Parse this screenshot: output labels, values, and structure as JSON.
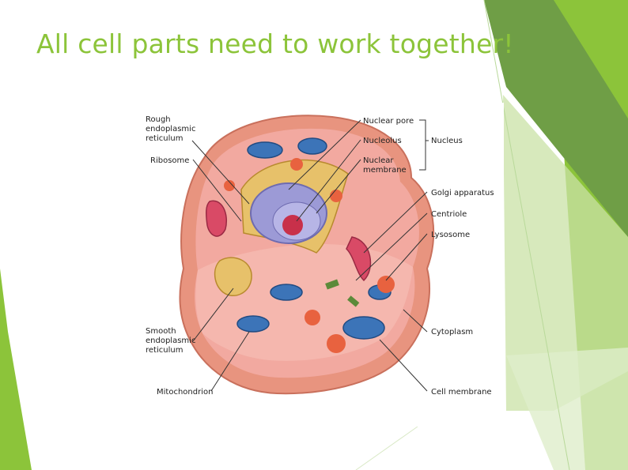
{
  "slide": {
    "title": "All cell parts need to work together!",
    "accent_color": "#8cc43a"
  },
  "figure": {
    "labels": {
      "rough_er": [
        "Rough",
        "endoplasmic",
        "reticulum"
      ],
      "ribosome": "Ribosome",
      "smooth_er": [
        "Smooth",
        "endoplasmic",
        "reticulum"
      ],
      "mitochondrion": "Mitochondrion",
      "nuclear_pore": "Nuclear pore",
      "nucleolus": "Nucleolus",
      "nuclear_membrane": [
        "Nuclear",
        "membrane"
      ],
      "nucleus": "Nucleus",
      "golgi": "Golgi apparatus",
      "centriole": "Centriole",
      "lysosome": "Lysosome",
      "cytoplasm": "Cytoplasm",
      "cell_membrane": "Cell membrane"
    },
    "colors": {
      "cytoplasm": "#f2a9a0",
      "cell_outer": "#e8947f",
      "nucleus": "#9c9ad6",
      "nucleolus": "#c8304a",
      "er": "#e7c16a",
      "mitochondria": "#3c74b8",
      "lysosome": "#e8623f"
    }
  }
}
